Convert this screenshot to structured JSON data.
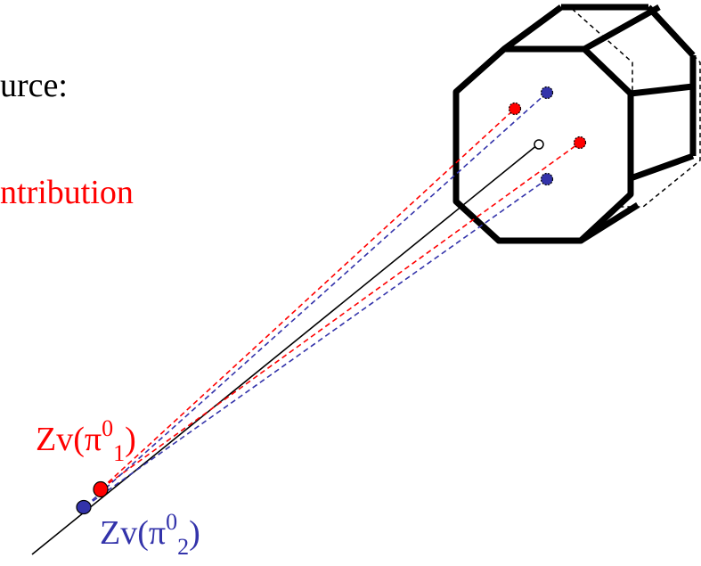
{
  "text": {
    "partial_word_1": "urce:",
    "partial_word_2": "ntribution"
  },
  "labels": {
    "vertex_1": {
      "base": "Zv(π",
      "sup": "0",
      "sub": "1",
      "close": ")"
    },
    "vertex_2": {
      "base": "Zv(π",
      "sup": "0",
      "sub": "2",
      "close": ")"
    }
  },
  "colors": {
    "red": "#ff0000",
    "blue": "#3333aa",
    "black": "#000000"
  }
}
